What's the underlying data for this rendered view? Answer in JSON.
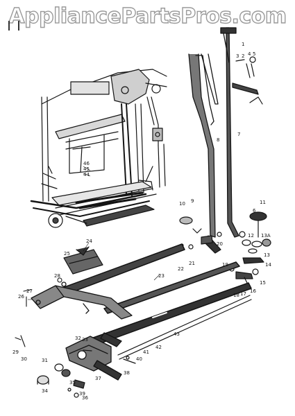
{
  "watermark": "AppliancePartsPros.com",
  "callouts": {
    "c1": "1",
    "c2": "2",
    "c3": "3",
    "c4": "4",
    "c5": "5",
    "c6": "6",
    "c7": "7",
    "c8": "8",
    "c9": "9",
    "c10": "10",
    "c11": "11",
    "c12": "12",
    "c13a": "13A",
    "c13": "13",
    "c14": "14",
    "c15": "15",
    "c16": "16",
    "c17": "17",
    "c18": "18",
    "c19": "19",
    "c20": "20",
    "c21": "21",
    "c22": "22",
    "c23": "23",
    "c24": "24",
    "c25": "25",
    "c26": "26",
    "c27": "27",
    "c28": "28",
    "c29": "29",
    "c30": "30",
    "c31": "31",
    "c32": "32",
    "c33": "33",
    "c34": "34",
    "c35": "35",
    "c36": "36",
    "c37": "37",
    "c38": "38",
    "c39": "39",
    "c40": "40",
    "c41": "41",
    "c42": "42",
    "c43": "43",
    "c44": "44",
    "c45": "45",
    "c46": "46"
  },
  "colors": {
    "ink": "#141414",
    "watermark_outline": "#9a9a9a"
  }
}
